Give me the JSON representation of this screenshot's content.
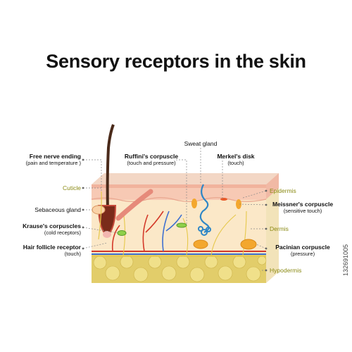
{
  "title": "Sensory receptors in the skin",
  "labels": {
    "free_nerve": {
      "name": "Free nerve ending",
      "desc": "(pain and temperature )"
    },
    "cuticle": "Cuticle",
    "sebaceous": "Sebaceous gland",
    "krause": {
      "name": "Krause's  corpuscles",
      "desc": "(cold receptors)"
    },
    "hair_follicle": {
      "name": "Hair follicle receptor",
      "desc": "(touch)"
    },
    "ruffini": {
      "name": "Ruffini's corpuscle",
      "desc": "(touch and pressure)"
    },
    "sweat": "Sweat gland",
    "merkel": {
      "name": "Merkel's disk",
      "desc": "(touch)"
    },
    "epidermis": "Epidermis",
    "meissner": {
      "name": "Meissner's corpuscle",
      "desc": "(sensitive touch)"
    },
    "dermis": "Dermis",
    "pacinian": {
      "name": "Pacinian corpuscle",
      "desc": "(pressure)"
    },
    "hypodermis": "Hypodermis"
  },
  "stock_id": "132691005",
  "colors": {
    "epidermis": "#f7c9b4",
    "dermis": "#fbe8c8",
    "hypodermis": "#e2cd6a",
    "nerve_blue": "#3d6fd0",
    "vessel_red": "#d43a2a",
    "nerve_yellow": "#e6c84a",
    "corpuscle": "#f3a72e",
    "olive_text": "#8a8a14"
  }
}
